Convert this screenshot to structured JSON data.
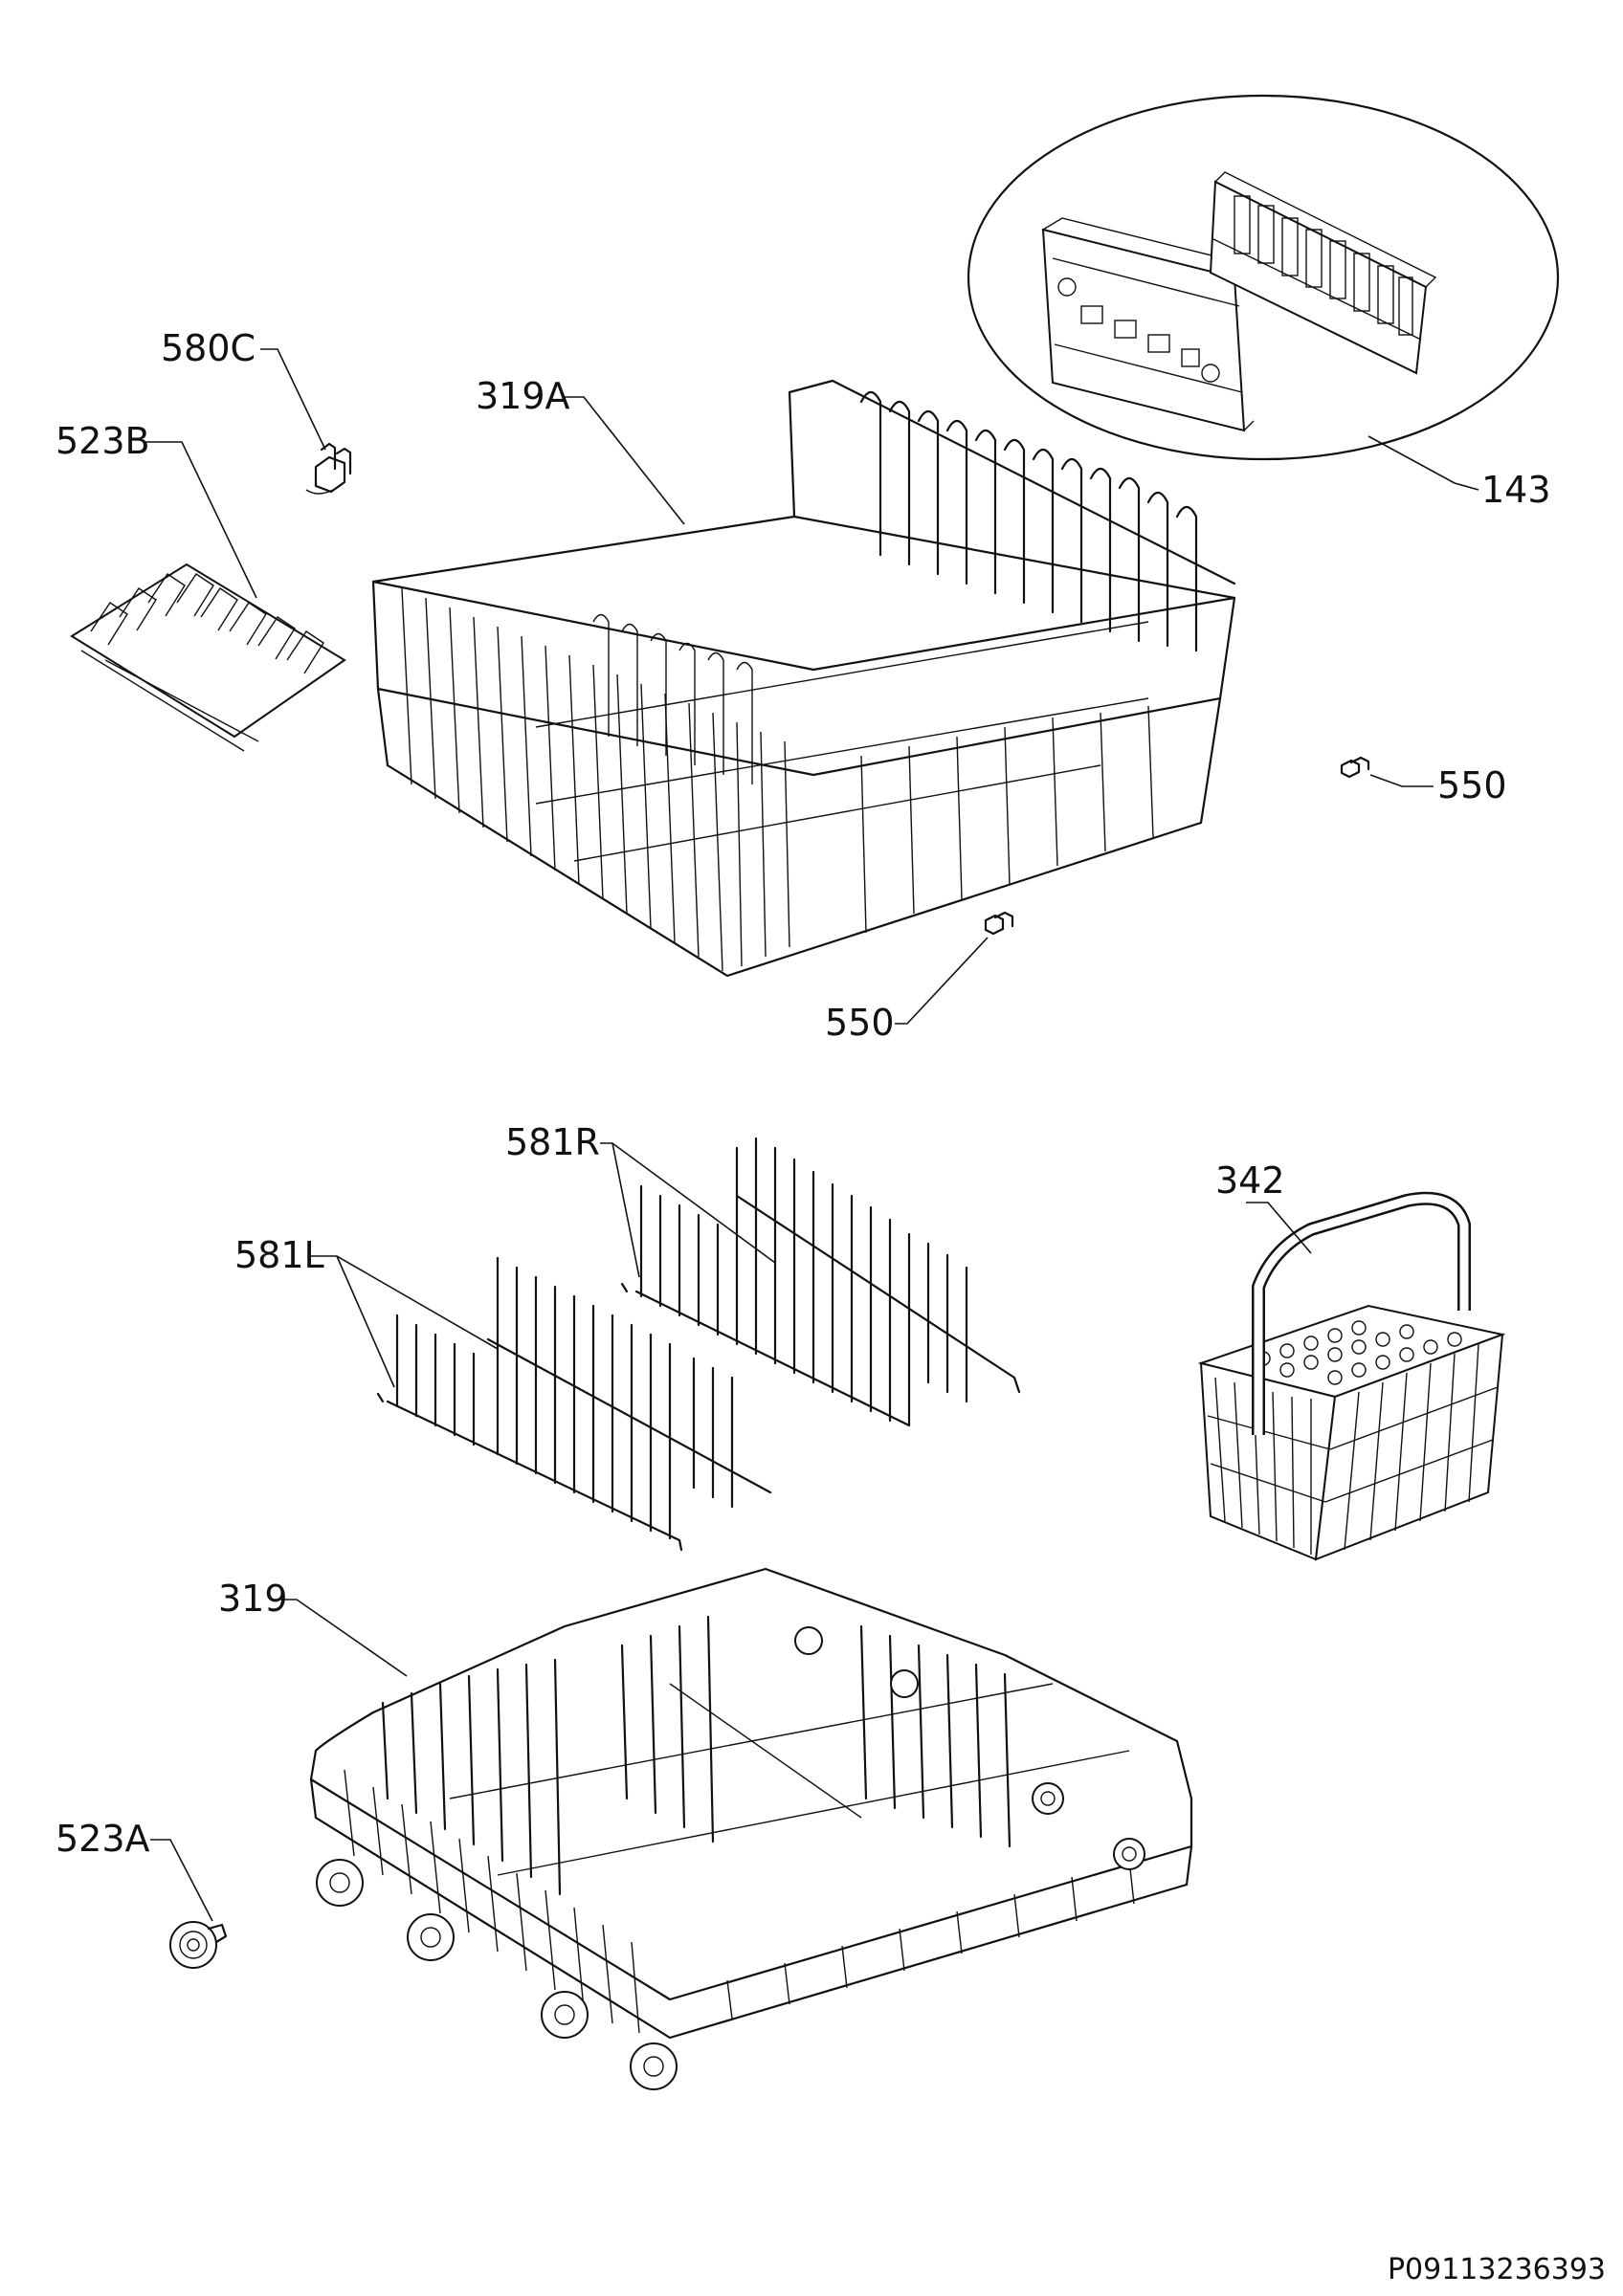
{
  "callouts": {
    "c143": "143",
    "c580C": "580C",
    "c319A": "319A",
    "c523B": "523B",
    "c550a": "550",
    "c550b": "550",
    "c581R": "581R",
    "c581L": "581L",
    "c342": "342",
    "c319": "319",
    "c523A": "523A"
  },
  "document_id": "P09113236393",
  "colors": {
    "line": "#111111",
    "background": "#ffffff"
  }
}
